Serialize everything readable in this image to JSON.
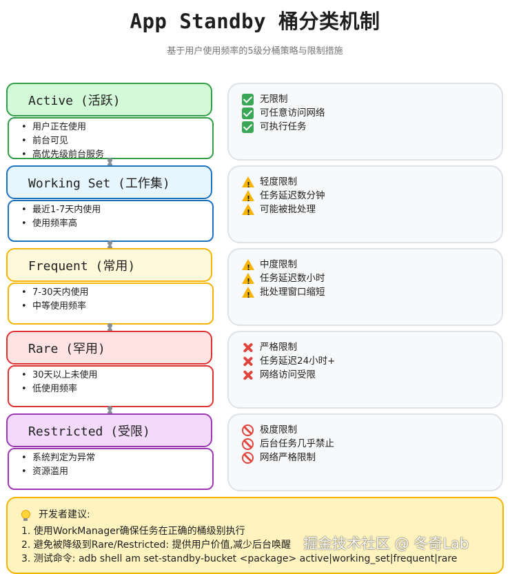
{
  "title": "App Standby 桶分类机制",
  "subtitle": "基于用户使用频率的5级分桶策略与限制措施",
  "tiers": [
    {
      "name": "Active (活跃)",
      "border_color": "#2f9e44",
      "fill_color": "#d3f9d8",
      "bullets": [
        "用户正在使用",
        "前台可见",
        "高优先级前台服务"
      ],
      "effect_icon": "check-icon",
      "effects": [
        "无限制",
        "可任意访问网络",
        "可执行任务"
      ]
    },
    {
      "name": "Working Set (工作集)",
      "border_color": "#1971c2",
      "fill_color": "#e7f5ff",
      "bullets": [
        "最近1-7天内使用",
        "使用频率高"
      ],
      "effect_icon": "warning-icon",
      "effects": [
        "轻度限制",
        "任务延迟数分钟",
        "可能被批处理"
      ]
    },
    {
      "name": "Frequent (常用)",
      "border_color": "#f5b400",
      "fill_color": "#fff9db",
      "bullets": [
        "7-30天内使用",
        "中等使用频率"
      ],
      "effect_icon": "warning-icon",
      "effects": [
        "中度限制",
        "任务延迟数小时",
        "批处理窗口缩短"
      ]
    },
    {
      "name": "Rare (罕用)",
      "border_color": "#e03131",
      "fill_color": "#ffe3e3",
      "bullets": [
        "30天以上未使用",
        "低使用频率"
      ],
      "effect_icon": "cross-icon",
      "effects": [
        "严格限制",
        "任务延迟24小时+",
        "网络访问受限"
      ]
    },
    {
      "name": "Restricted (受限)",
      "border_color": "#9c36b5",
      "fill_color": "#f3d9fa",
      "bullets": [
        "系统判定为异常",
        "资源滥用"
      ],
      "effect_icon": "prohibited-icon",
      "effects": [
        "极度限制",
        "后台任务几乎禁止",
        "网络严格限制"
      ]
    }
  ],
  "advice": {
    "icon": "lightbulb-icon",
    "title": "开发者建议:",
    "items": [
      "1. 使用WorkManager确保任务在正确的桶级别执行",
      "2. 避免被降级到Rare/Restricted: 提供用户价值,减少后台唤醒",
      "3. 测试命令: adb shell am set-standby-bucket <package> active|working_set|frequent|rare"
    ]
  },
  "watermark": "掘金技术社区 @ 冬奇Lab"
}
